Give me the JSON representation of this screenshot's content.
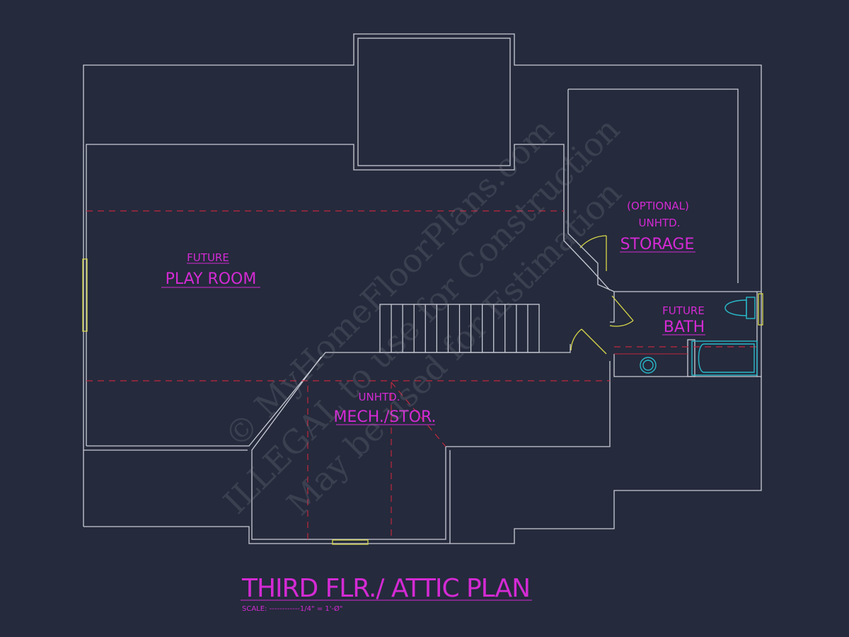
{
  "drawing": {
    "title": "THIRD FLR./ ATTIC PLAN",
    "scale": "SCALE: ------------1/4\" = 1'-Ø\"",
    "rooms": {
      "playroom": {
        "line1": "FUTURE",
        "line2": "PLAY ROOM"
      },
      "storage": {
        "line1": "(OPTIONAL)",
        "line2": "UNHTD.",
        "line3": "STORAGE"
      },
      "bath": {
        "line1": "FUTURE",
        "line2": "BATH"
      },
      "mech": {
        "line1": "UNHTD.",
        "line2": "MECH./STOR."
      }
    },
    "watermark": [
      "© MyHomeFloorPlans.com",
      "ILLEGAL to use for Construction",
      "May be used for Estimation"
    ]
  },
  "colors": {
    "background": "#252a3c",
    "walls": "#c9ccd6",
    "labels": "#d42ad4",
    "hidden": "#c0283e",
    "doors": "#d8d84a",
    "fixtures": "#28b8c8"
  }
}
